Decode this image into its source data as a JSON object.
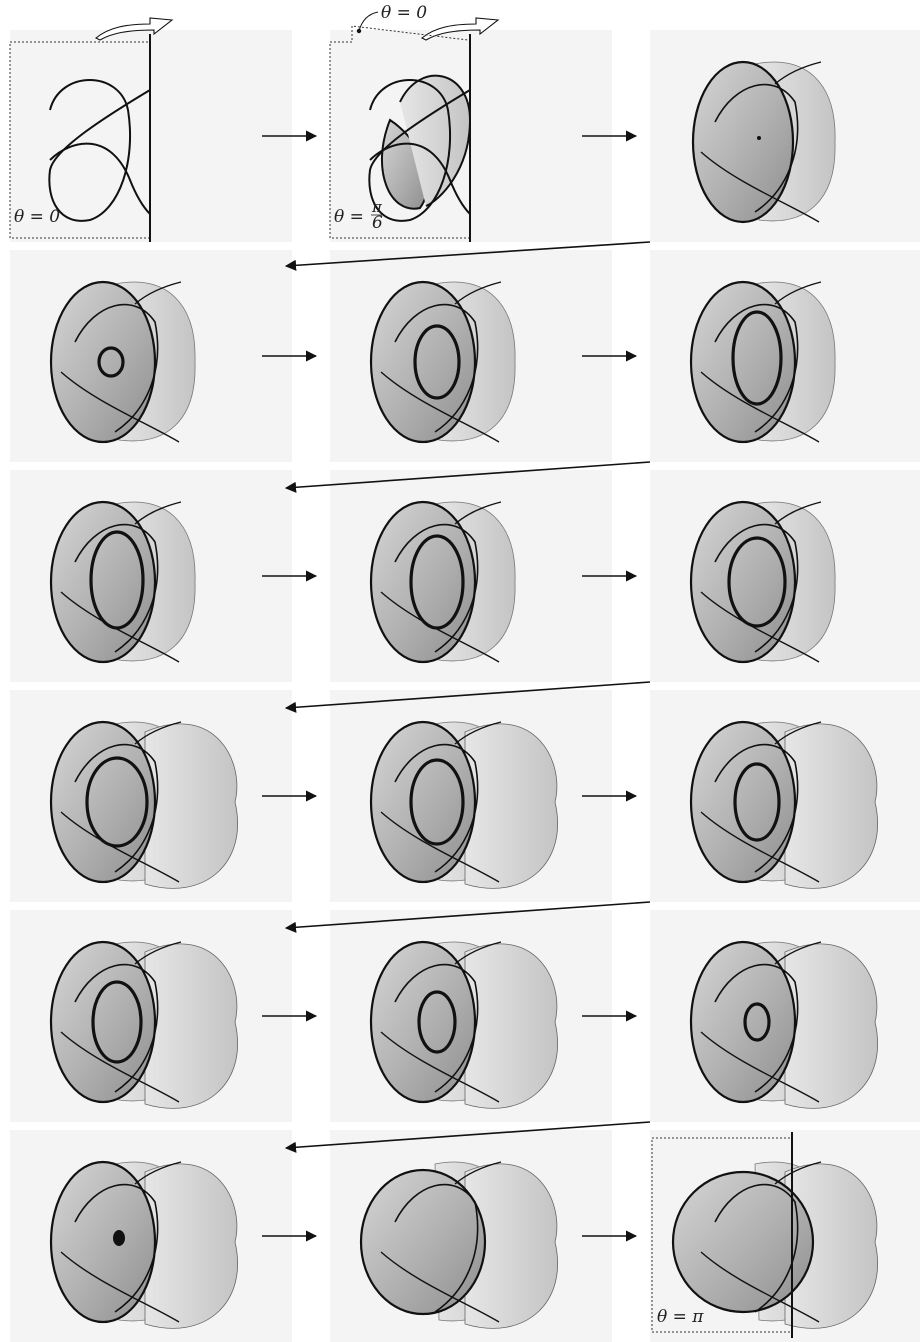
{
  "figure": {
    "labels": {
      "start_box": "θ = 0",
      "second_box": "θ = ",
      "second_box_fraction_num": "π",
      "second_box_fraction_den": "6",
      "top_reference": "θ = 0",
      "final_box": "θ = π"
    },
    "grid": {
      "rows": 6,
      "columns": 3
    },
    "colors": {
      "panel_background": "#f4f4f4",
      "surface_fill": "#b4b4b4",
      "surface_light": "#d8d8d8",
      "ink": "#111111",
      "dotted_frame": "#333333"
    },
    "panels": [
      {
        "stage": "knot-only"
      },
      {
        "stage": "surface-start"
      },
      {
        "stage": "surface-point"
      },
      {
        "stage": "small-circle"
      },
      {
        "stage": "circle-growing"
      },
      {
        "stage": "circle-touch"
      },
      {
        "stage": "loop-merge-1"
      },
      {
        "stage": "loop-merge-2"
      },
      {
        "stage": "loop-merge-3"
      },
      {
        "stage": "wrap-1"
      },
      {
        "stage": "wrap-2"
      },
      {
        "stage": "wrap-3"
      },
      {
        "stage": "shrink-1"
      },
      {
        "stage": "shrink-2"
      },
      {
        "stage": "shrink-3"
      },
      {
        "stage": "dot"
      },
      {
        "stage": "closing"
      },
      {
        "stage": "final"
      }
    ]
  }
}
